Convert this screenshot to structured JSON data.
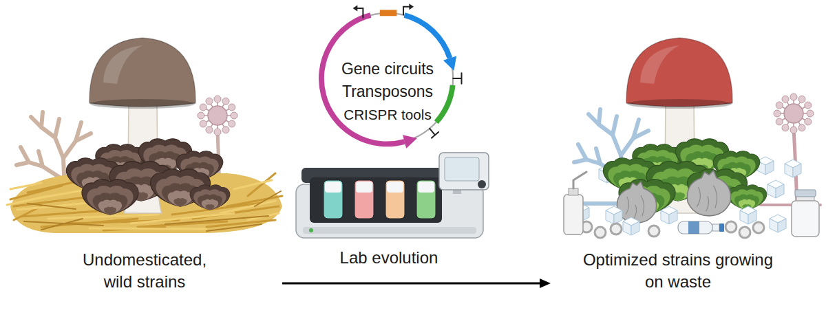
{
  "diagram": {
    "nodes": [
      {
        "text": [
          "Gene circuits",
          "Transposons",
          "CRISPR tools"
        ]
      }
    ],
    "labels": [
      "Undomesticated, wild strains",
      "Lab evolution",
      "Optimized strains growing on waste"
    ]
  }
}
